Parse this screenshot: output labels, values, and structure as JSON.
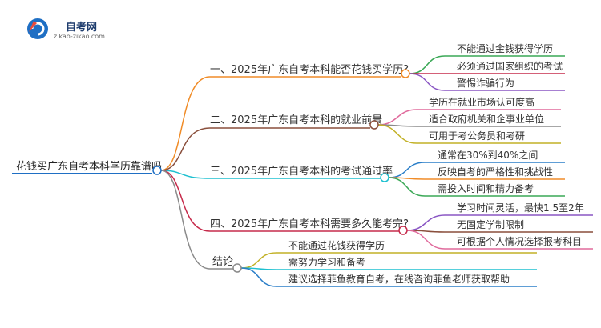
{
  "logo": {
    "title": "自考网",
    "url": "zikao-zikao.com",
    "accent_blue": "#1f6fc4",
    "accent_red": "#e84a3c"
  },
  "root": {
    "label": "花钱买广东自考本科学历靠谱吗",
    "color": "#1f6fc4"
  },
  "branches": [
    {
      "label": "一、2025年广东自考本科能否花钱买学历?",
      "color": "#f08c28",
      "children": [
        {
          "label": "不能通过金钱获得学历",
          "color": "#3aa856"
        },
        {
          "label": "必须通过国家组织的考试",
          "color": "#c62b4b"
        },
        {
          "label": "警惕诈骗行为",
          "color": "#8a56c4"
        }
      ]
    },
    {
      "label": "二、2025年广东自考本科的就业前景",
      "color": "#8a4f3c",
      "children": [
        {
          "label": "学历在就业市场认可度高",
          "color": "#e06a9c"
        },
        {
          "label": "适合政府机关和企事业单位",
          "color": "#8a8a8a"
        },
        {
          "label": "可用于考公务员和考研",
          "color": "#c2b126"
        }
      ]
    },
    {
      "label": "三、2025年广东自考本科的考试通过率",
      "color": "#1ec0d0",
      "children": [
        {
          "label": "通常在30%到40%之间",
          "color": "#2a7ec8"
        },
        {
          "label": "反映自考的严格性和挑战性",
          "color": "#f08c28"
        },
        {
          "label": "需投入时间和精力备考",
          "color": "#3aa856"
        }
      ]
    },
    {
      "label": "四、2025年广东自考本科需要多久能考完?",
      "color": "#c62b4b",
      "children": [
        {
          "label": "学习时间灵活，最快1.5至2年",
          "color": "#8a56c4"
        },
        {
          "label": "无固定学制限制",
          "color": "#8a4f3c"
        },
        {
          "label": "可根据个人情况选择报考科目",
          "color": "#e06a9c"
        }
      ]
    },
    {
      "label": "结论",
      "color": "#8a8a8a",
      "children": [
        {
          "label": "不能通过花钱获得学历",
          "color": "#c2b126"
        },
        {
          "label": "需努力学习和备考",
          "color": "#1ec0d0"
        },
        {
          "label": "建议选择菲鱼教育自考，在线咨询菲鱼老师获取帮助",
          "color": "#2a7ec8"
        }
      ]
    }
  ]
}
